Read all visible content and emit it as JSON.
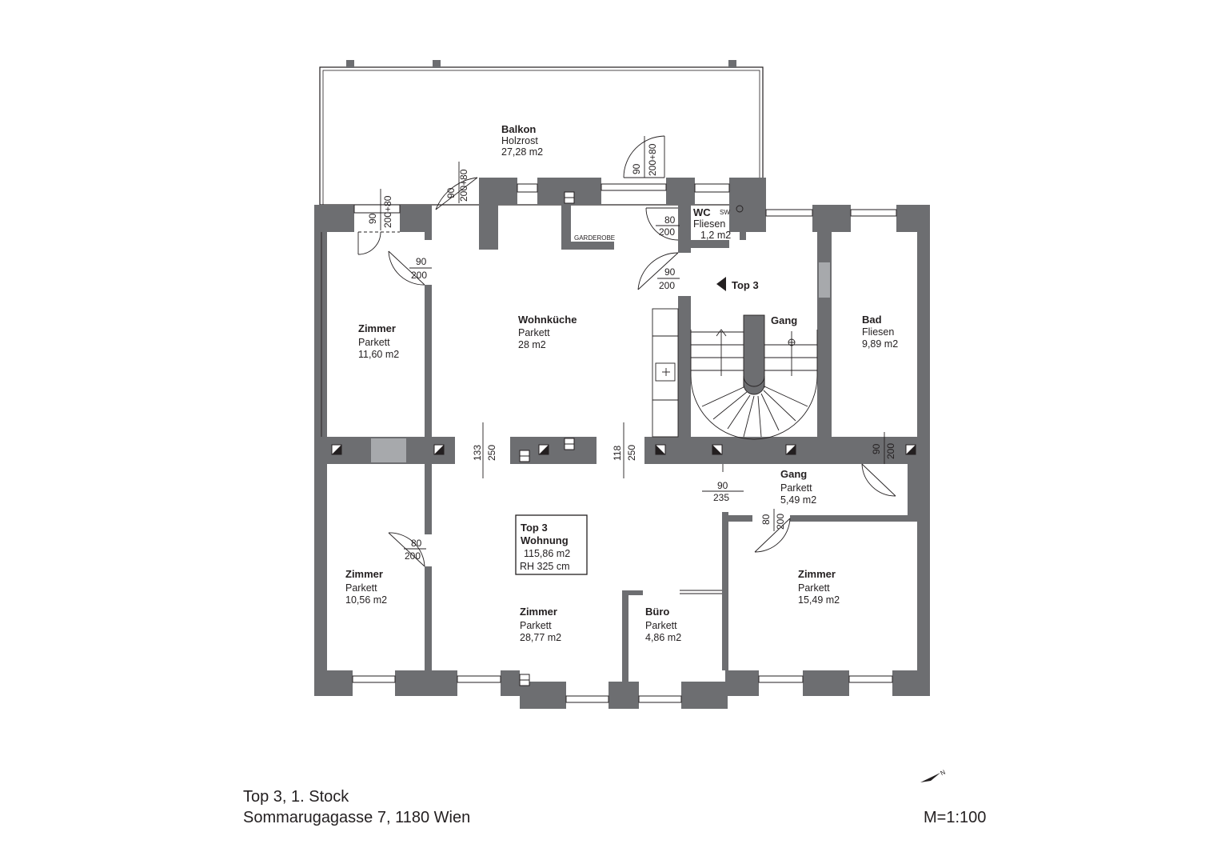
{
  "rooms": {
    "balkon": {
      "name": "Balkon",
      "floor": "Holzrost",
      "area": "27,28 m2"
    },
    "wc": {
      "name": "WC",
      "floor": "Fliesen",
      "area": "1,2 m2",
      "tag": "SW"
    },
    "zimmer1": {
      "name": "Zimmer",
      "floor": "Parkett",
      "area": "11,60 m2"
    },
    "wohnkueche": {
      "name": "Wohnküche",
      "floor": "Parkett",
      "area": "28 m2"
    },
    "gang1": {
      "name": "Gang"
    },
    "bad": {
      "name": "Bad",
      "floor": "Fliesen",
      "area": "9,89 m2"
    },
    "gang2": {
      "name": "Gang",
      "floor": "Parkett",
      "area": "5,49 m2"
    },
    "zimmer2": {
      "name": "Zimmer",
      "floor": "Parkett",
      "area": "10,56 m2"
    },
    "zimmer3": {
      "name": "Zimmer",
      "floor": "Parkett",
      "area": "28,77 m2"
    },
    "buero": {
      "name": "Büro",
      "floor": "Parkett",
      "area": "4,86 m2"
    },
    "zimmer4": {
      "name": "Zimmer",
      "floor": "Parkett",
      "area": "15,49 m2"
    }
  },
  "labels": {
    "garderobe": "GARDEROBE",
    "entrance": "Top 3"
  },
  "summary": {
    "line1": "Top 3",
    "line2": "Wohnung",
    "line3": "115,86 m2",
    "line4": "RH 325 cm"
  },
  "dimensions": {
    "d_balk_left_w": "90",
    "d_balk_left_h": "200+80",
    "d_balk_mid_w": "90",
    "d_balk_mid_h": "200+80",
    "d_balk_right_w": "90",
    "d_balk_right_h": "200+80",
    "d_wc_w": "80",
    "d_wc_h": "200",
    "d_z1_w": "90",
    "d_z1_h": "200",
    "d_entry_w": "90",
    "d_entry_h": "200",
    "d_open1_w": "133",
    "d_open1_h": "250",
    "d_open2_w": "118",
    "d_open2_h": "250",
    "d_bad_w": "90",
    "d_bad_h": "200",
    "d_gang_w": "90",
    "d_gang_h": "235",
    "d_z4_w": "80",
    "d_z4_h": "200",
    "d_z2_w": "80",
    "d_z2_h": "200"
  },
  "footer": {
    "line1": "Top 3, 1. Stock",
    "line2": "Sommarugagasse 7, 1180 Wien",
    "scale": "M=1:100",
    "north": "N"
  },
  "colors": {
    "wall": "#6d6e71",
    "wall_light": "#a7a9ac",
    "ink": "#231f20"
  },
  "icons": [
    "north-arrow-icon",
    "entrance-arrow-icon",
    "stair-up-arrow-icon",
    "sink-icon"
  ]
}
